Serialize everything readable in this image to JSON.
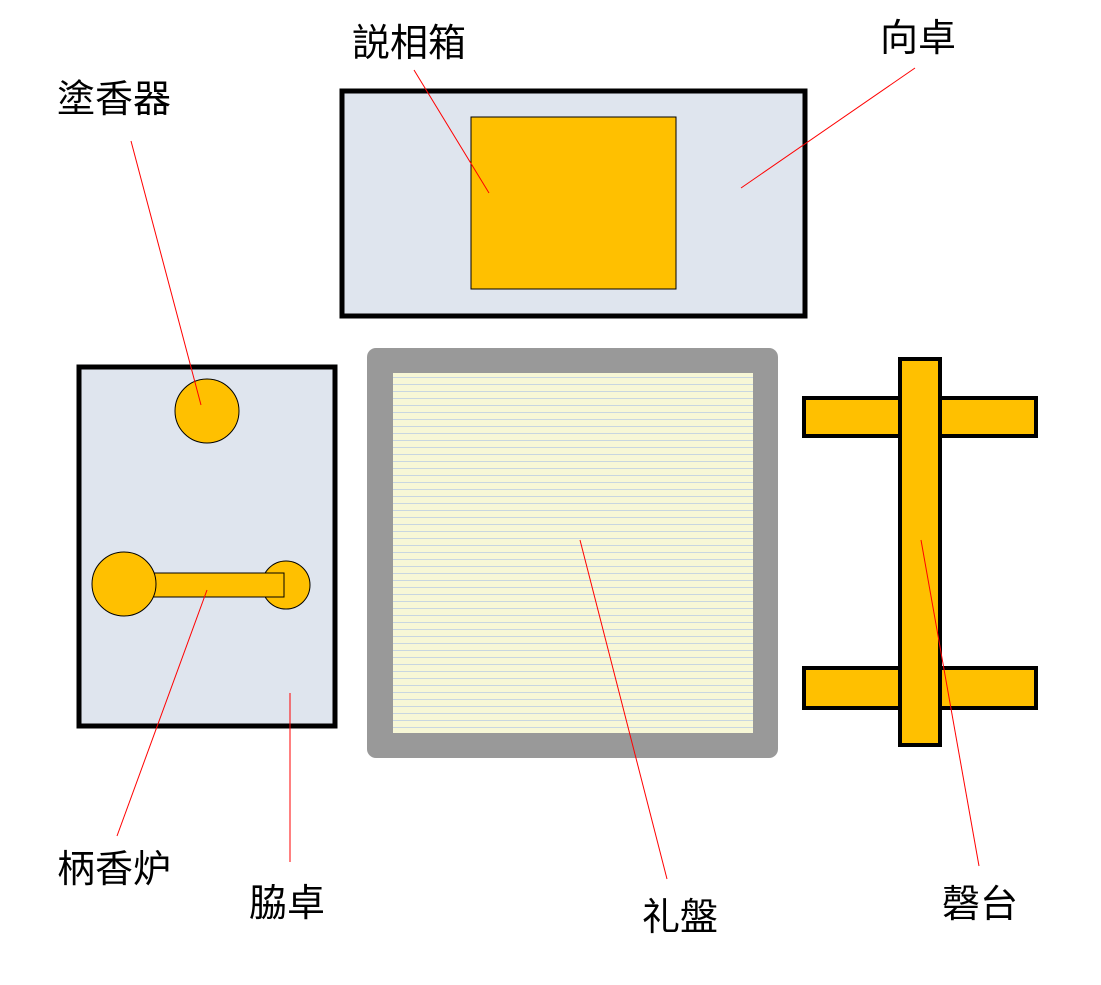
{
  "labels": {
    "setsuso_box": "説相箱",
    "mukai_table": "向卓",
    "incense_tool": "塗香器",
    "handle_censer": "柄香炉",
    "side_table": "脇卓",
    "raiban": "礼盤",
    "kei_stand": "磬台"
  },
  "colors": {
    "table_fill": "#dfe5ee",
    "item_fill": "#ffc000",
    "outline": "#000000",
    "mat_frame": "#999999",
    "mat_fill": "#f7f7d6",
    "mat_lines": "#c8d6e0",
    "leader": "#ff0000"
  }
}
